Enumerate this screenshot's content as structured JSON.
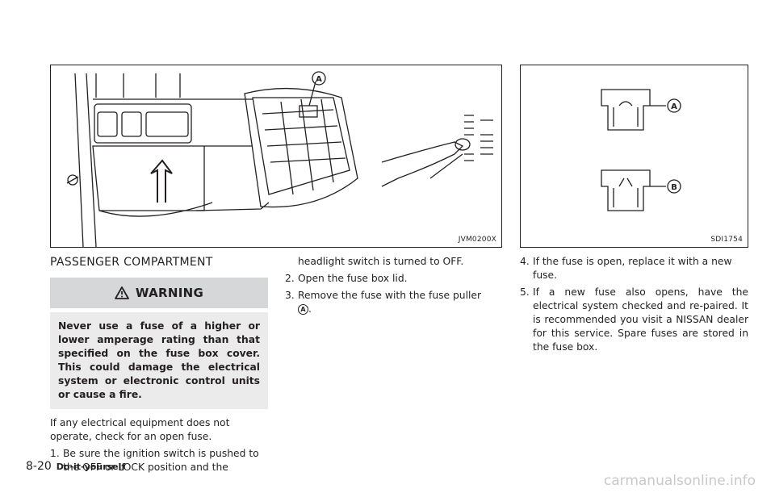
{
  "figures": {
    "left": {
      "code": "JVM0200X",
      "callout": "A"
    },
    "right": {
      "code": "SDI1754",
      "callout_a": "A",
      "callout_b": "B"
    }
  },
  "section_title": "PASSENGER COMPARTMENT",
  "warning": {
    "title": "WARNING",
    "body": "Never use a fuse of a higher or lower amperage rating than that specified on the fuse box cover. This could damage the electrical system or electronic control units or cause a fire."
  },
  "intro": "If any electrical equipment does not operate, check for an open fuse.",
  "steps": [
    {
      "num": "1.",
      "text": "Be sure the ignition switch is pushed to the OFF or LOCK position and the"
    },
    {
      "continuation": "headlight switch is turned to OFF."
    },
    {
      "num": "2.",
      "text": "Open the fuse box lid."
    },
    {
      "num": "3.",
      "text": "Remove the fuse with the fuse puller",
      "ref": "A",
      "end": "."
    },
    {
      "num": "4.",
      "text": "If the fuse is open, replace it with a new fuse."
    },
    {
      "num": "5.",
      "text": "If a new fuse also opens, have the electrical system checked and re-paired. It is recommended you visit a NISSAN dealer for this service. Spare fuses are stored in the fuse box."
    }
  ],
  "footer": {
    "page": "8-20",
    "section": "Do-it-yourself"
  },
  "watermark": "carmanualsonline.info"
}
